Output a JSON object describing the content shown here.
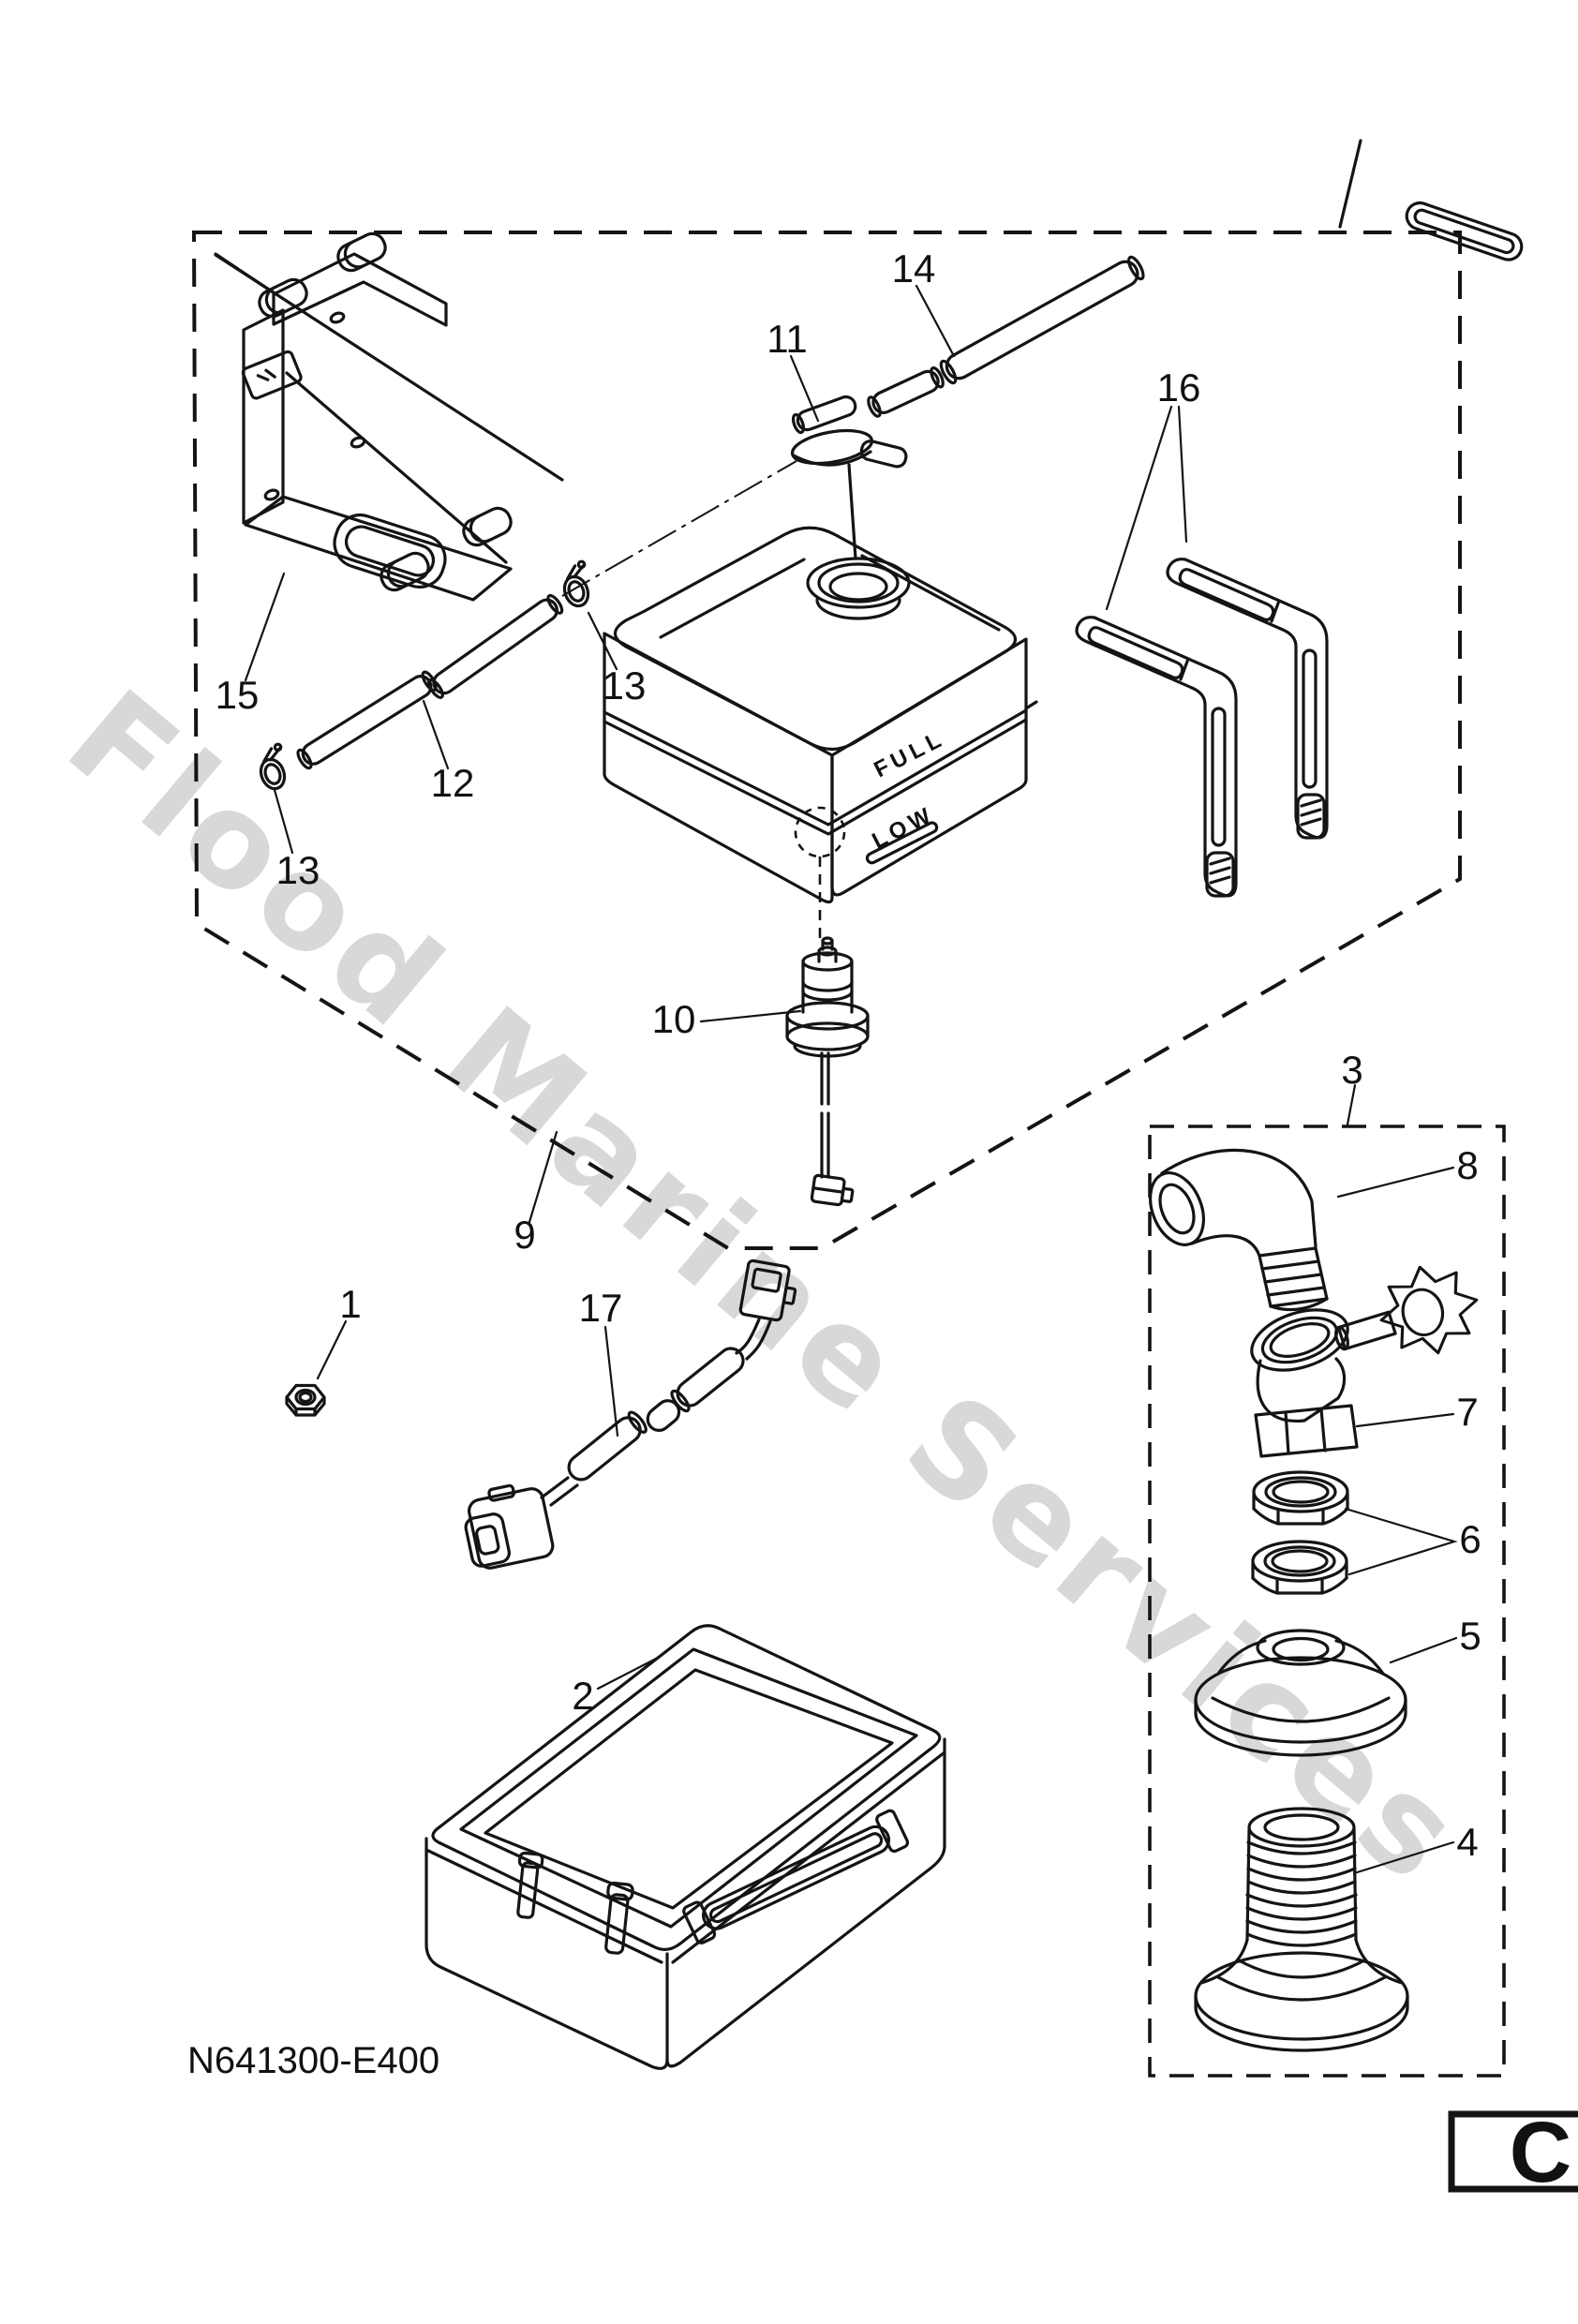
{
  "diagram": {
    "title_code": "N641300-E400",
    "section_letter": "C",
    "watermark_text": "Flood Marine Services",
    "tank": {
      "full_label": "FULL",
      "low_label": "LOW"
    },
    "colors": {
      "line": "#141414",
      "watermark": "#d8d8d8",
      "background": "#ffffff",
      "label_text": "#111111"
    },
    "callouts": [
      {
        "num": "1"
      },
      {
        "num": "2"
      },
      {
        "num": "3"
      },
      {
        "num": "4"
      },
      {
        "num": "5"
      },
      {
        "num": "6"
      },
      {
        "num": "7"
      },
      {
        "num": "8"
      },
      {
        "num": "9"
      },
      {
        "num": "10"
      },
      {
        "num": "11"
      },
      {
        "num": "12"
      },
      {
        "num": "13"
      },
      {
        "num": "13"
      },
      {
        "num": "14"
      },
      {
        "num": "15"
      },
      {
        "num": "16"
      },
      {
        "num": "17"
      }
    ]
  }
}
